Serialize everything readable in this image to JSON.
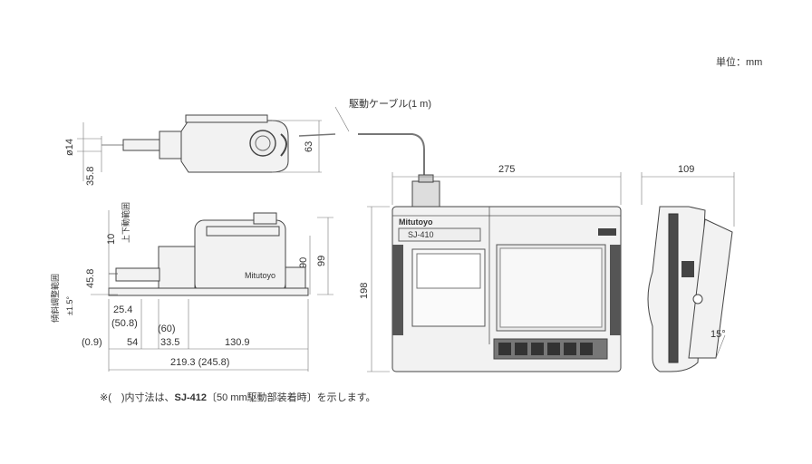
{
  "unit_label": "単位：mm",
  "cable_label": "駆動ケーブル(1 m)",
  "brand": "Mitutoyo",
  "model_badge": "SJ-410",
  "footnote": {
    "prefix": "※(　)内寸法は、",
    "model": "SJ-412",
    "suffix": "〔50 mm駆動部装着時〕を示します。"
  },
  "side_labels": {
    "vertical_range": "上下動範囲",
    "tilt_range": "傾斜調整範囲",
    "tilt_value": "±1.5°"
  },
  "dimensions": {
    "d_phi14": "ø14",
    "d_35_8": "35.8",
    "d_63": "63",
    "d_10": "10",
    "d_45_8": "45.8",
    "d_90": "90",
    "d_99": "99",
    "d_25_4": "25.4",
    "d_50_8": "(50.8)",
    "d_60": "(60)",
    "d_0_9": "(0.9)",
    "d_54": "54",
    "d_33_5": "33.5",
    "d_130_9": "130.9",
    "d_219_3": "219.3 (245.8)",
    "d_275": "275",
    "d_198": "198",
    "d_109": "109",
    "d_15deg": "15°"
  }
}
